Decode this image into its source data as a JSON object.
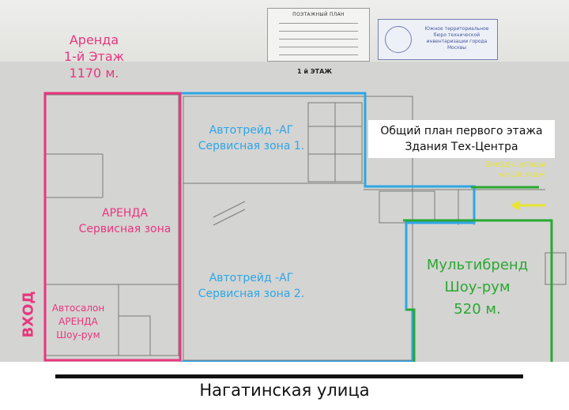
{
  "stamp": {
    "title": "ПОЭТАЖНЫЙ ПЛАН",
    "org": "Южное территориальное бюро технической инвентаризации города Москвы"
  },
  "floor_label": "1 й ЭТАЖ",
  "title": {
    "line1": "Общий план первого этажа",
    "line2": "Здания Тех-Центра"
  },
  "zones": {
    "rent_head": {
      "line1": "Аренда",
      "line2": "1-й Этаж",
      "line3": "1170 м."
    },
    "pink_service": {
      "line1": "АРЕНДА",
      "line2": "Сервисная зона"
    },
    "pink_showroom": {
      "line1": "Автосалон",
      "line2": "АРЕНДА",
      "line3": "Шоу-рум"
    },
    "entrance": "ВХОД",
    "blue_zone1": {
      "line1": "Автотрейд -АГ",
      "line2": "Сервисная зона 1."
    },
    "blue_zone2": {
      "line1": "Автотрейд -АГ",
      "line2": "Сервисная зона 2."
    },
    "green_showroom": {
      "line1": "Мультибренд",
      "line2": "Шоу-рум",
      "line3": "520 м."
    }
  },
  "ramp_note": {
    "line1": "Заезд с улицы",
    "line2": "на 2й этаж"
  },
  "street": "Нагатинская улица",
  "colors": {
    "pink": "#e8367f",
    "blue": "#2ea6e6",
    "green": "#2aa832",
    "yellow": "#e9e533",
    "plan_lines": "#7a7a78"
  },
  "icons": {
    "ramp_arrow": "left-arrow-icon"
  }
}
